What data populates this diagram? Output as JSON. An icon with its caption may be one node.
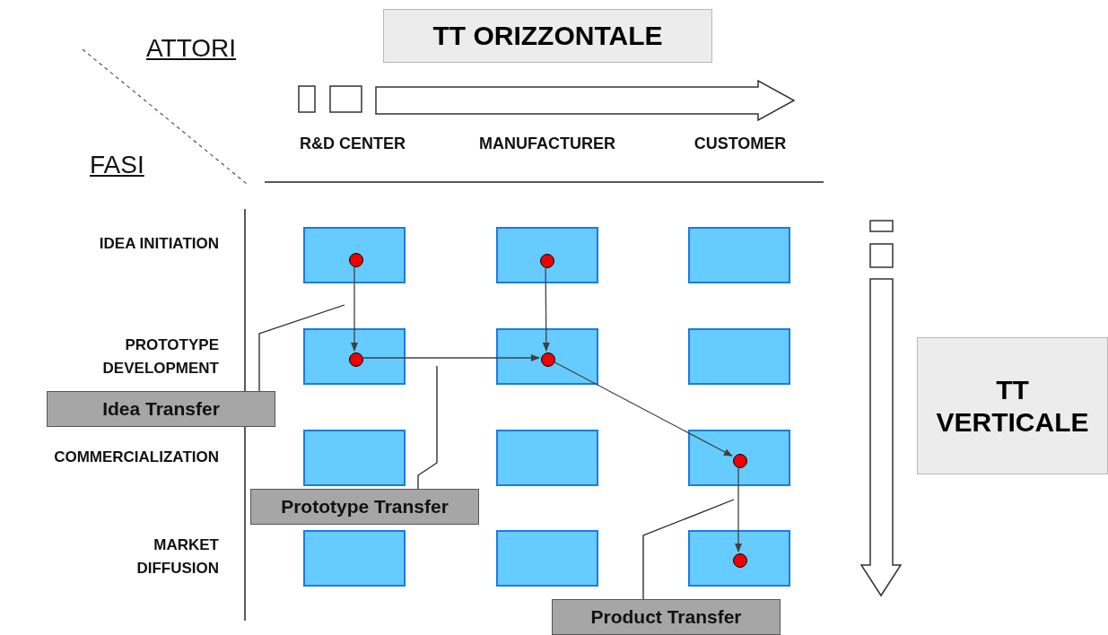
{
  "diagram": {
    "nodes": [
      {
        "text": [
          "TT ORIZZONTALE"
        ]
      },
      {
        "text": [],
        "shape": "box"
      },
      {
        "text": [],
        "shape": "box"
      },
      {
        "text": [],
        "shape": "box"
      },
      {
        "text": [],
        "shape": "box"
      },
      {
        "text": [],
        "shape": "box"
      },
      {
        "text": [],
        "shape": "box"
      },
      {
        "text": [],
        "shape": "box"
      },
      {
        "text": [],
        "shape": "box"
      },
      {
        "text": [],
        "shape": "box"
      },
      {
        "text": [],
        "shape": "box"
      },
      {
        "text": [],
        "shape": "box"
      },
      {
        "text": [],
        "shape": "box"
      },
      {
        "text": [],
        "shape": "circle",
        "in": 1
      },
      {
        "text": [],
        "shape": "circle",
        "in": 2
      },
      {
        "text": [],
        "shape": "circle",
        "in": 4
      },
      {
        "text": [],
        "shape": "circle",
        "in": 5
      },
      {
        "text": [],
        "shape": "circle",
        "in": 9
      },
      {
        "text": [],
        "shape": "circle",
        "in": 12
      },
      {
        "text": [
          "TT VERTICALE"
        ]
      },
      {
        "text": [
          "Idea Transfer"
        ]
      },
      {
        "text": [
          "Prototype Transfer"
        ]
      },
      {
        "text": [
          "Product Transfer"
        ]
      }
    ],
    "edges": [
      {
        "from": 13,
        "to": 15,
        "arrow": "to"
      },
      {
        "from": 14,
        "to": 16,
        "arrow": "to"
      },
      {
        "from": 15,
        "to": 16,
        "arrow": "to"
      },
      {
        "from": 16,
        "to": 17,
        "arrow": "to"
      },
      {
        "from": 17,
        "to": 18,
        "arrow": "to"
      },
      {
        "from": 20,
        "to": null,
        "arrow": "none"
      },
      {
        "from": 21,
        "to": null,
        "arrow": "none"
      },
      {
        "from": 22,
        "to": null,
        "arrow": "none"
      }
    ],
    "labels": [
      "ATTORI",
      "R&D CENTER",
      "MANUFACTURER",
      "CUSTOMER",
      "FASI",
      "IDEA INITIATION",
      "PROTOTYPE DEVELOPMENT",
      "COMMERCIALIZATION",
      "MARKET DIFFUSION"
    ]
  }
}
